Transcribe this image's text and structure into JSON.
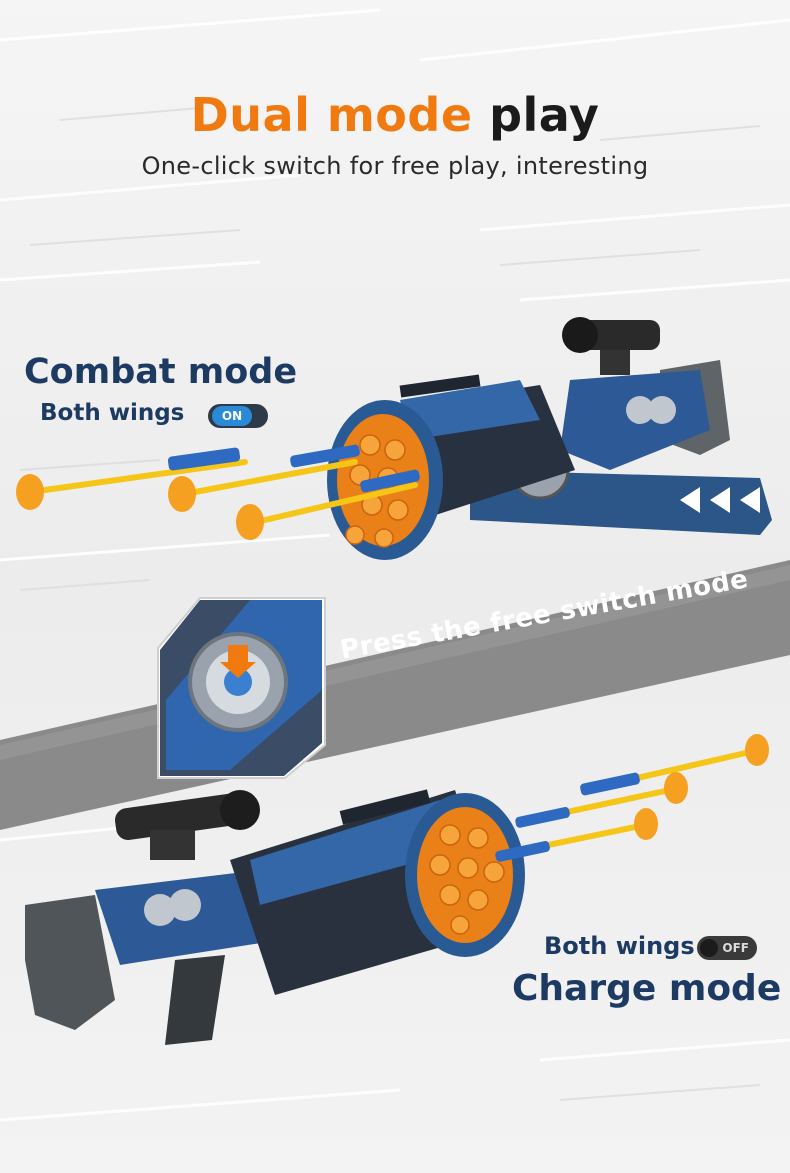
{
  "header": {
    "title_highlight": "Dual mode",
    "title_rest": "play",
    "subtitle": "One-click switch for free play, interesting"
  },
  "combat": {
    "title": "Combat mode",
    "wings_label": "Both wings",
    "toggle_label": "ON"
  },
  "banner": {
    "text": "Press the free switch mode"
  },
  "charge": {
    "wings_label": "Both wings",
    "toggle_label": "OFF",
    "title": "Charge mode"
  },
  "colors": {
    "accent_orange": "#f07a10",
    "mode_blue": "#1d3a62",
    "toggle_on": "#2a8ad8",
    "dart_yellow": "#f5c518",
    "dart_tip": "#f5a020"
  }
}
